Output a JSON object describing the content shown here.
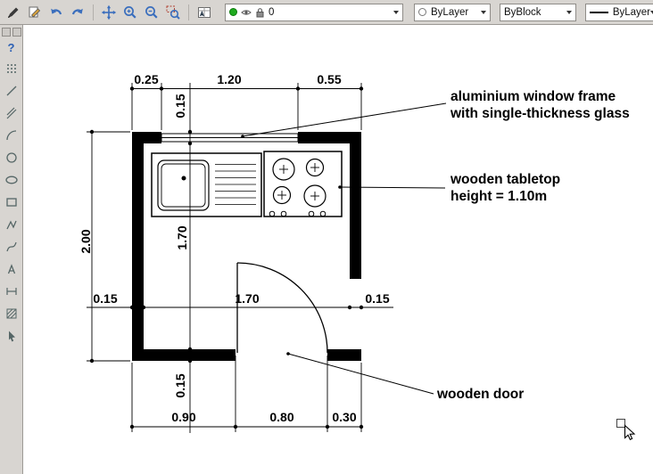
{
  "toolbar": {
    "icons": [
      "pencil",
      "edit",
      "undo",
      "redo",
      "pan",
      "zoom-in",
      "zoom-out",
      "zoom-window",
      "attributes"
    ],
    "layer_selector": {
      "value": "0"
    },
    "pen_color": {
      "value": "ByLayer"
    },
    "line_width": {
      "value": "ByBlock"
    },
    "line_type": {
      "value": "ByLayer"
    }
  },
  "sidebar": {
    "help_label": "?",
    "tools": [
      "grid",
      "line",
      "parallel-lines",
      "arc",
      "circle",
      "ellipse",
      "rectangle",
      "polyline",
      "spline",
      "text",
      "dimension",
      "hatch",
      "pointer"
    ]
  },
  "drawing": {
    "dimensions": {
      "top": [
        "0.25",
        "1.20",
        "0.55"
      ],
      "top_wall_thickness": "0.15",
      "overall_height": "2.00",
      "interior_height": "1.70",
      "middle_left_wall": "0.15",
      "middle_interior": "1.70",
      "middle_right_wall": "0.15",
      "bottom_wall_thickness": "0.15",
      "bottom": [
        "0.90",
        "0.80",
        "0.30"
      ]
    },
    "annotations": {
      "window_line1": "aluminium window frame",
      "window_line2": "with single-thickness glass",
      "tabletop_line1": "wooden tabletop",
      "tabletop_line2": "height = 1.10m",
      "door": "wooden door"
    }
  }
}
